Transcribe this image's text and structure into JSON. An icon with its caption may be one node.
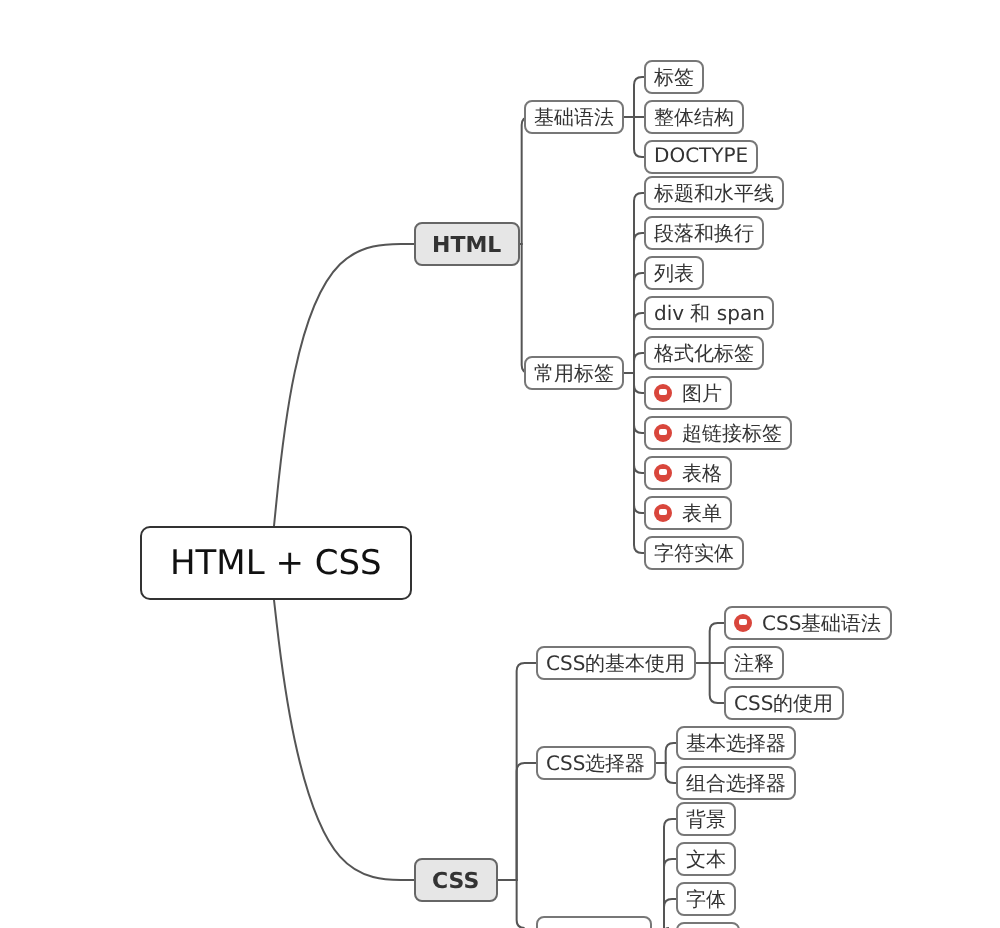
{
  "diagram": {
    "nodes": [
      {
        "text": [
          "HTML + CSS"
        ]
      },
      {
        "text": [
          "HTML"
        ]
      },
      {
        "text": [
          "基础语法"
        ]
      },
      {
        "text": [
          "标签"
        ]
      },
      {
        "text": [
          "整体结构"
        ]
      },
      {
        "text": [
          "DOCTYPE"
        ]
      },
      {
        "text": [
          "常用标签"
        ]
      },
      {
        "text": [
          "标题和水平线"
        ]
      },
      {
        "text": [
          "段落和换行"
        ]
      },
      {
        "text": [
          "列表"
        ]
      },
      {
        "text": [
          "div 和 span"
        ]
      },
      {
        "text": [
          "格式化标签"
        ]
      },
      {
        "text": [
          "图片"
        ]
      },
      {
        "text": [
          "超链接标签"
        ]
      },
      {
        "text": [
          "表格"
        ]
      },
      {
        "text": [
          "表单"
        ]
      },
      {
        "text": [
          "字符实体"
        ]
      },
      {
        "text": [
          "CSS"
        ]
      },
      {
        "text": [
          "CSS的基本使用"
        ]
      },
      {
        "text": [
          "CSS基础语法"
        ]
      },
      {
        "text": [
          "注释"
        ]
      },
      {
        "text": [
          "CSS的使用"
        ]
      },
      {
        "text": [
          "CSS选择器"
        ]
      },
      {
        "text": [
          "基本选择器"
        ]
      },
      {
        "text": [
          "组合选择器"
        ]
      },
      {
        "text": [
          "背景"
        ]
      },
      {
        "text": [
          "文本"
        ]
      },
      {
        "text": [
          "字体"
        ]
      },
      {
        "text": [],
        "shape": "box"
      },
      {
        "text": [],
        "shape": "box"
      }
    ],
    "edges": [
      {
        "from": 0,
        "to": 1,
        "arrow": "none"
      },
      {
        "from": 0,
        "to": 17,
        "arrow": "none"
      },
      {
        "from": 1,
        "to": 2,
        "arrow": "none"
      },
      {
        "from": 1,
        "to": 6,
        "arrow": "none"
      },
      {
        "from": 2,
        "to": 3,
        "arrow": "none"
      },
      {
        "from": 2,
        "to": 4,
        "arrow": "none"
      },
      {
        "from": 2,
        "to": 5,
        "arrow": "none"
      },
      {
        "from": 6,
        "to": 7,
        "arrow": "none"
      },
      {
        "from": 6,
        "to": 8,
        "arrow": "none"
      },
      {
        "from": 6,
        "to": 9,
        "arrow": "none"
      },
      {
        "from": 6,
        "to": 10,
        "arrow": "none"
      },
      {
        "from": 6,
        "to": 11,
        "arrow": "none"
      },
      {
        "from": 6,
        "to": 12,
        "arrow": "none"
      },
      {
        "from": 6,
        "to": 13,
        "arrow": "none"
      },
      {
        "from": 6,
        "to": 14,
        "arrow": "none"
      },
      {
        "from": 6,
        "to": 15,
        "arrow": "none"
      },
      {
        "from": 6,
        "to": 16,
        "arrow": "none"
      },
      {
        "from": 17,
        "to": 18,
        "arrow": "none"
      },
      {
        "from": 17,
        "to": 22,
        "arrow": "none"
      },
      {
        "from": 17,
        "to": 28,
        "arrow": "none"
      },
      {
        "from": 18,
        "to": 19,
        "arrow": "none"
      },
      {
        "from": 18,
        "to": 20,
        "arrow": "none"
      },
      {
        "from": 18,
        "to": 21,
        "arrow": "none"
      },
      {
        "from": 22,
        "to": 23,
        "arrow": "none"
      },
      {
        "from": 22,
        "to": 24,
        "arrow": "none"
      },
      {
        "from": 28,
        "to": 25,
        "arrow": "none"
      },
      {
        "from": 28,
        "to": 26,
        "arrow": "none"
      },
      {
        "from": 28,
        "to": 27,
        "arrow": "none"
      },
      {
        "from": 28,
        "to": 29,
        "arrow": "none"
      }
    ]
  }
}
